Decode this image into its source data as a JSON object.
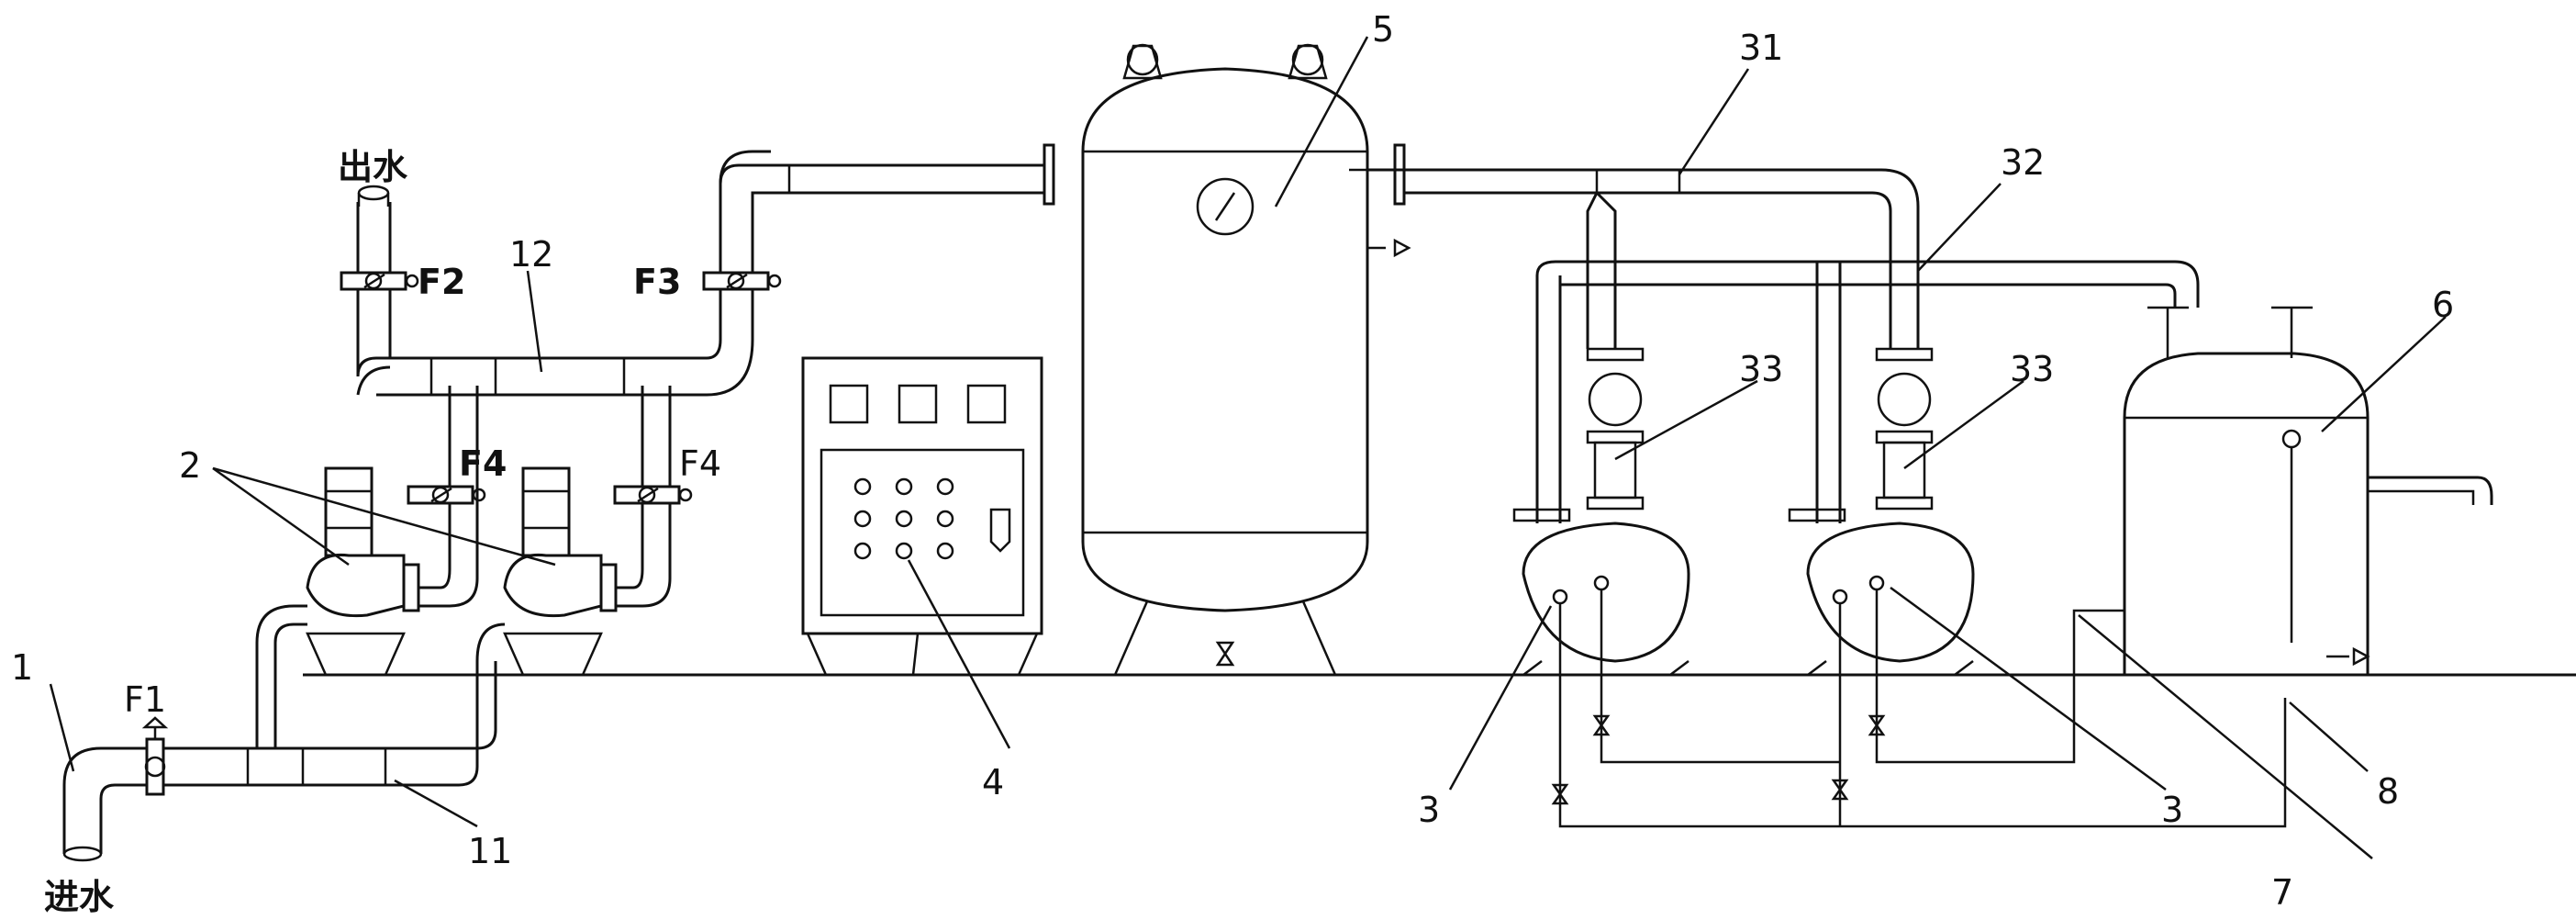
{
  "labels": {
    "inlet": "1",
    "pumps_2": "2",
    "vacuum_pump_3a": "3",
    "vacuum_pump_3b": "3",
    "control_cabinet": "4",
    "tank_5": "5",
    "tank_6": "6",
    "line_7": "7",
    "line_8": "8",
    "pipe_11": "11",
    "pipe_12": "12",
    "pipe_31": "31",
    "pipe_32": "32",
    "valve_33a": "33",
    "valve_33b": "33"
  },
  "valves": {
    "f1": "F1",
    "f2": "F2",
    "f3": "F3",
    "f4a": "F4",
    "f4b": "F4"
  },
  "text": {
    "water_in": "进水",
    "water_out": "出水"
  }
}
